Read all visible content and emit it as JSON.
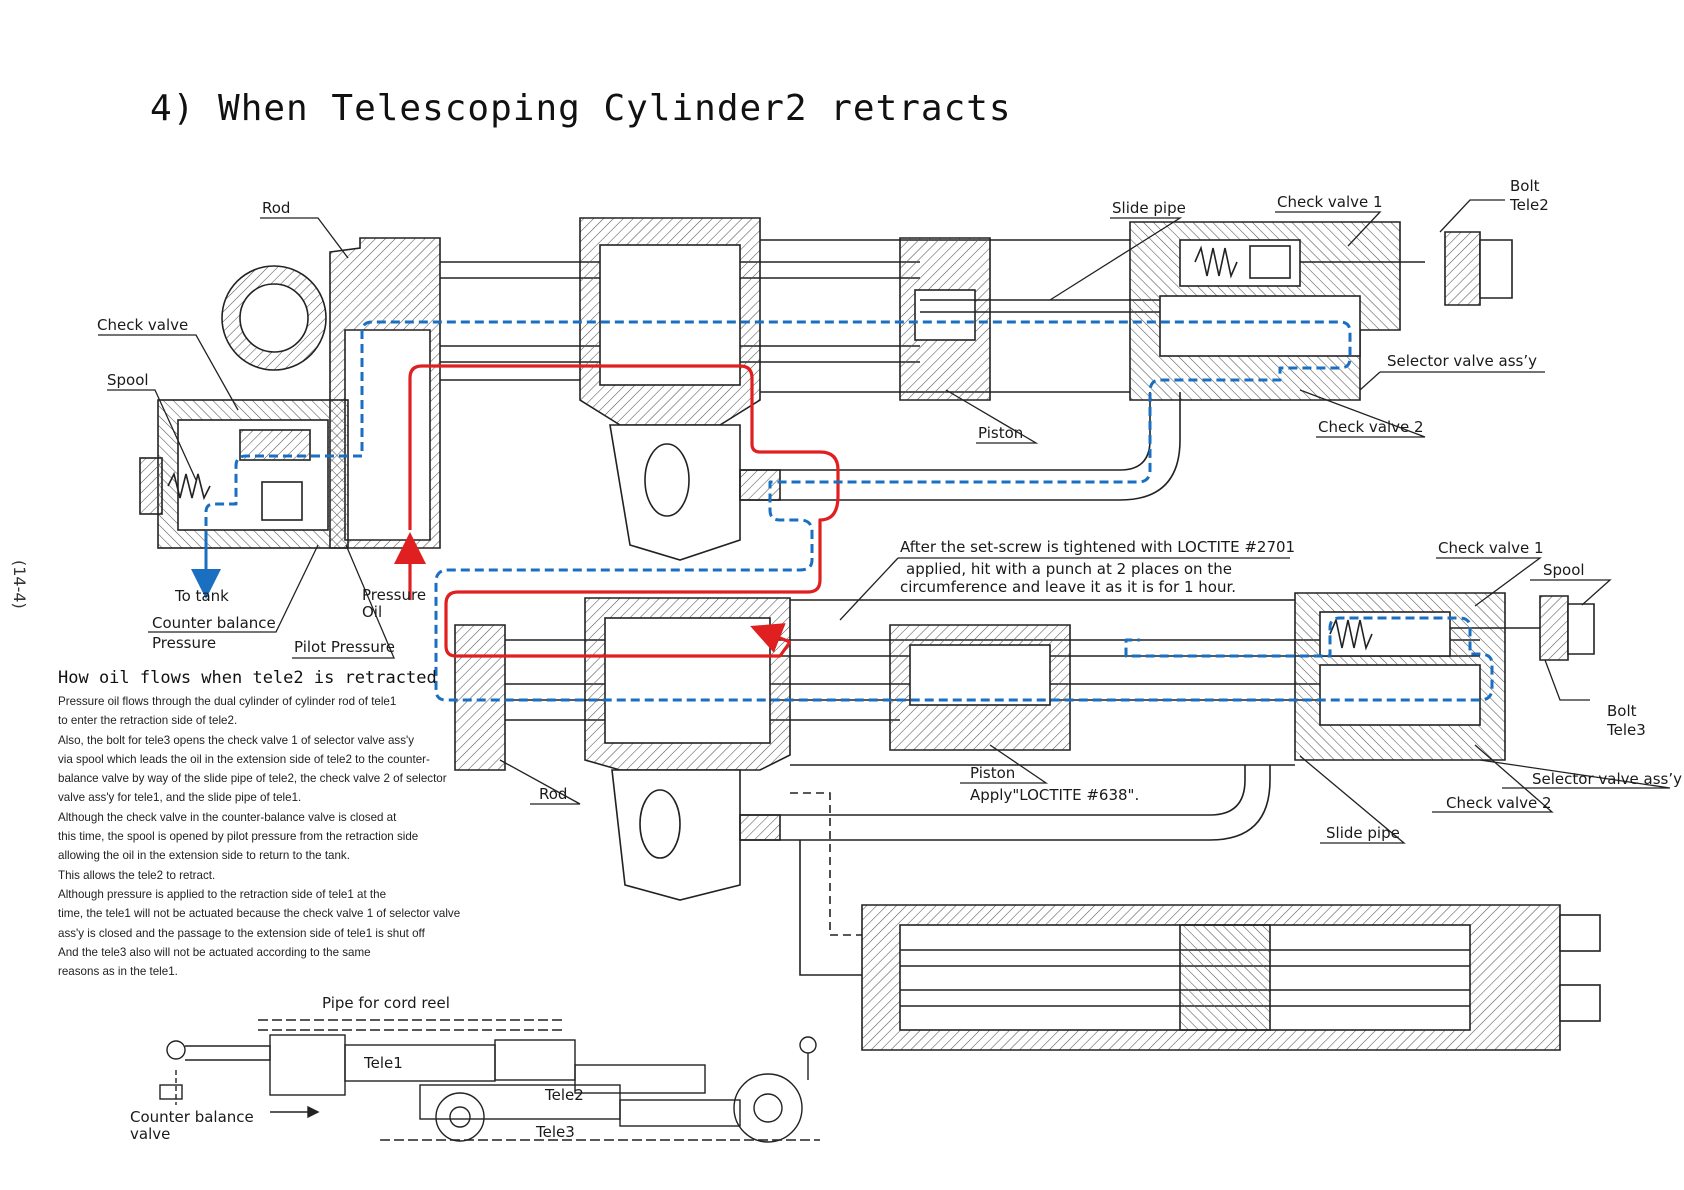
{
  "title": "4) When Telescoping Cylinder2 retracts",
  "page_number": "(14-4)",
  "colors": {
    "pressure_oil": "#e02020",
    "return_oil": "#1a6fc0",
    "line": "#222222",
    "hatch": "#555555"
  },
  "labels": {
    "rod_top": "Rod",
    "slide_pipe_top": "Slide pipe",
    "check_valve1_top": "Check valve 1",
    "bolt_top": "Bolt",
    "tele2": "Tele2",
    "check_valve": "Check valve",
    "spool_left": "Spool",
    "selector_valve_top": "Selector valve ass’y",
    "piston_top": "Piston",
    "check_valve2_top": "Check valve 2",
    "to_tank": "To tank",
    "pressure": "Pressure",
    "oil": "Oil",
    "counter_balance": "Counter balance",
    "pressure_label": "Pressure",
    "pilot_pressure": "Pilot Pressure",
    "loctite_note_1": "After the set-screw is tightened with LOCTITE #2701",
    "loctite_note_2": "applied, hit with a punch at 2 places on the",
    "loctite_note_3": "circumference and leave it as it is for 1 hour.",
    "check_valve1_mid": "Check valve 1",
    "spool_right": "Spool",
    "bolt_mid": "Bolt",
    "tele3": "Tele3",
    "rod_mid": "Rod",
    "piston_mid": "Piston",
    "apply_loctite": "Apply\"LOCTITE #638\".",
    "selector_valve_mid": "Selector valve ass’y",
    "check_valve2_mid": "Check valve 2",
    "slide_pipe_mid": "Slide pipe",
    "pipe_for_cord_reel": "Pipe for cord reel",
    "tele1_small": "Tele1",
    "tele2_small": "Tele2",
    "tele3_small": "Tele3",
    "counter_balance_valve_1": "Counter balance",
    "counter_balance_valve_2": "valve"
  },
  "description": {
    "heading": "How oil flows when tele2 is retracted",
    "body": " Pressure oil flows through the dual cylinder of cylinder rod of tele1\nto enter the retraction side of tele2.\n Also, the bolt for tele3 opens the check valve 1 of selector valve ass'y\nvia spool which leads the oil in the extension side of tele2 to the counter-\nbalance valve by way of the slide pipe of tele2, the check valve 2 of selector\nvalve ass'y for tele1, and the slide pipe of tele1.\n Although the check valve in the counter-balance valve is closed at\nthis time, the spool is opened by pilot pressure from the retraction side\nallowing the oil in the extension side to return to the tank.\n This allows the tele2 to retract.\n Although pressure is applied to the retraction side of tele1 at the\ntime, the tele1 will not be actuated because the check valve 1 of selector valve\nass'y is closed and the passage to the extension side of tele1 is shut off\n And the tele3 also will not be actuated according to the same\nreasons as in the tele1."
  }
}
